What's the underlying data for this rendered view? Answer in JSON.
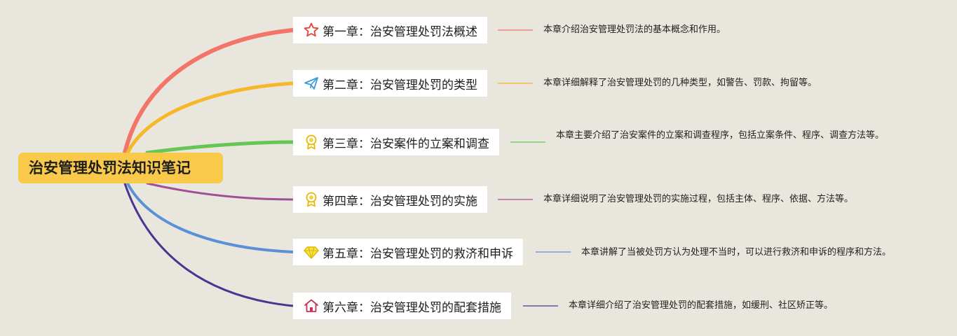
{
  "root": {
    "title": "治安管理处罚法知识笔记",
    "color": "#f9c94a"
  },
  "chapters": [
    {
      "title": "第一章：治安管理处罚法概述",
      "description": "本章介绍治安管理处罚法的基本概念和作用。",
      "icon": "star-icon",
      "color": "#f37468"
    },
    {
      "title": "第二章：治安管理处罚的类型",
      "description": "本章详细解释了治安管理处罚的几种类型，如警告、罚款、拘留等。",
      "icon": "paper-plane-icon",
      "color": "#f6b82a"
    },
    {
      "title": "第三章：治安案件的立案和调查",
      "description": "本章主要介绍了治安案件的立案和调查程序，包括立案条件、程序、调查方法等。",
      "icon": "award-ribbon-icon",
      "color": "#67c555"
    },
    {
      "title": "第四章：治安管理处罚的实施",
      "description": "本章详细说明了治安管理处罚的实施过程，包括主体、程序、依据、方法等。",
      "icon": "award-ribbon-icon",
      "color": "#a14f94"
    },
    {
      "title": "第五章：治安管理处罚的救济和申诉",
      "description": "本章讲解了当被处罚方认为处理不当时，可以进行救济和申诉的程序和方法。",
      "icon": "diamond-icon",
      "color": "#5b8fd8"
    },
    {
      "title": "第六章：治安管理处罚的配套措施",
      "description": "本章详细介绍了治安管理处罚的配套措施，如缓刑、社区矫正等。",
      "icon": "home-icon",
      "color": "#4a3590"
    }
  ]
}
